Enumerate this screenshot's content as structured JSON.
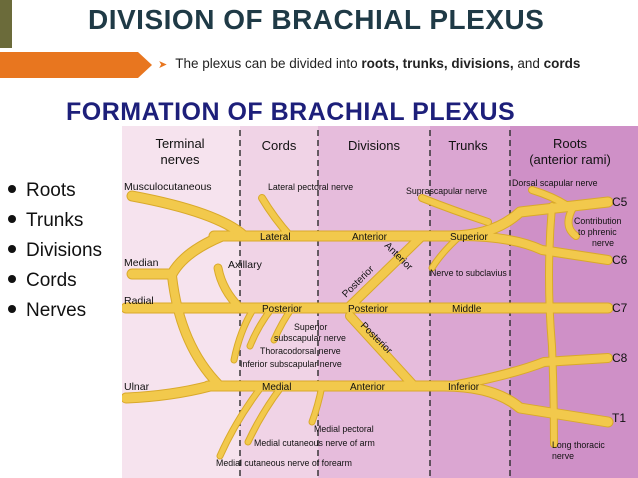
{
  "slide": {
    "title": "DIVISION OF BRACHIAL PLEXUS",
    "bullet": {
      "prefix": "The plexus can be divided into ",
      "b1": "roots, trunks, divisions,",
      "mid": " and ",
      "b2": "cords"
    }
  },
  "figure": {
    "title": "FORMATION OF BRACHIAL PLEXUS",
    "list": [
      "Roots",
      "Trunks",
      "Divisions",
      "Cords",
      "Nerves"
    ],
    "columns": {
      "terminal_1": "Terminal",
      "terminal_2": "nerves",
      "cords": "Cords",
      "divisions": "Divisions",
      "trunks": "Trunks",
      "roots_1": "Roots",
      "roots_2": "(anterior rami)"
    },
    "roots": [
      "C5",
      "C6",
      "C7",
      "C8",
      "T1"
    ],
    "terminal_nerves": [
      "Musculocutaneous",
      "Median",
      "Radial",
      "Ulnar",
      "Axillary"
    ],
    "cord_labels": [
      "Lateral",
      "Posterior",
      "Medial"
    ],
    "division_labels": [
      "Anterior",
      "Posterior",
      "Anterior",
      "Anterior",
      "Posterior",
      "Posterior"
    ],
    "trunk_labels": [
      "Superior",
      "Middle",
      "Inferior"
    ],
    "branch_labels": {
      "lateral_pectoral": "Lateral pectoral nerve",
      "suprascapular": "Suprascapular nerve",
      "dorsal_scapular": "Dorsal scapular nerve",
      "phrenic_1": "Contribution",
      "phrenic_2": "to phrenic",
      "phrenic_3": "nerve",
      "subclavius": "Nerve to subclavius",
      "sup_subscap_1": "Superior",
      "sup_subscap_2": "subscapular nerve",
      "thoracodorsal": "Thoracodorsal nerve",
      "inf_subscap": "Inferior subscapular nerve",
      "medial_pectoral": "Medial pectoral",
      "med_cut_arm": "Medial cutaneous nerve of arm",
      "med_cut_forearm": "Medial cutaneous nerve of forearm",
      "long_thoracic_1": "Long thoracic",
      "long_thoracic_2": "nerve"
    },
    "colors": {
      "nerve": "#f2c94c",
      "nerve_edge": "#d9a92a",
      "col_terminal": "#f6e3ee",
      "col_cords": "#f0d3e6",
      "col_divisions": "#e6bcdc",
      "col_trunks": "#dba6d2",
      "col_roots": "#cf90c7"
    }
  }
}
